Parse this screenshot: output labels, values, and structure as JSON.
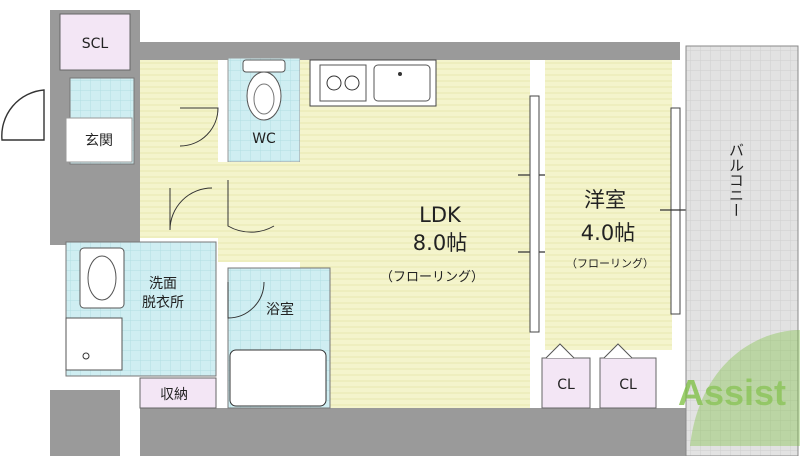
{
  "rooms": {
    "scl": "SCL",
    "entrance": "玄関",
    "wc": "WC",
    "ldk": {
      "name": "LDK",
      "size": "8.0帖",
      "floor": "（フローリング）"
    },
    "western": {
      "name": "洋室",
      "size": "4.0帖",
      "floor": "（フローリング）"
    },
    "balcony": "バルコニー",
    "washroom": [
      "洗面",
      "脱衣所"
    ],
    "bath": "浴室",
    "storage": "収納",
    "closet_1": "CL",
    "closet_2": "CL"
  },
  "watermark": "Assist",
  "colors": {
    "floor": "#f4f4cc",
    "wet_area": "#cfeef2",
    "wall": "#9a9a9a",
    "balcony": "#e2e2e2",
    "storage": "#f3e6f5",
    "watermark": "#7bbf3e"
  }
}
